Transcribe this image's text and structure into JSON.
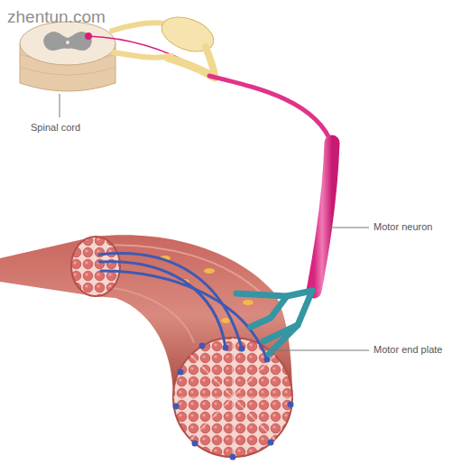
{
  "diagram": {
    "labels": [
      "zhentun.com",
      "Spinal cord",
      "Motor neuron",
      "Motor end plate"
    ]
  }
}
